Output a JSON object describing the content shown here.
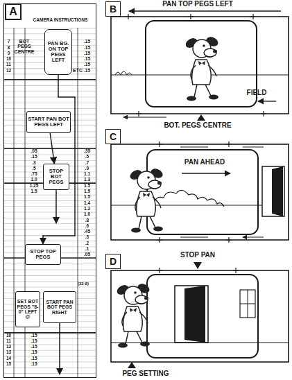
{
  "diagram": {
    "nodes": [
      {
        "text": [
          "A"
        ]
      },
      {
        "text": [
          "CAMERA INSTRUCTIONS"
        ]
      },
      {
        "text": [
          "PAN BG. ON TOP PEGS LEFT"
        ],
        "in": 1
      },
      {
        "text": [
          "START PAN BOT PEGS LEFT"
        ],
        "in": 1
      },
      {
        "text": [
          "STOP BOT PEGS"
        ],
        "in": 1
      },
      {
        "text": [
          "STOP TOP PEGS"
        ],
        "in": 1
      },
      {
        "text": [
          "SET BOT PEGS \"8-0\" LEFT @"
        ],
        "in": 1
      },
      {
        "text": [
          "START PAN BOT PEGS RIGHT"
        ],
        "in": 1
      },
      {
        "text": [
          "B"
        ]
      },
      {
        "text": [
          "C"
        ]
      },
      {
        "text": [
          "D"
        ]
      }
    ],
    "edges": [
      {
        "from": 2,
        "to": 5,
        "arrow": "to"
      },
      {
        "from": 3,
        "to": 4,
        "arrow": "to"
      }
    ],
    "labels": [
      "ETC",
      "BOT PEGS CENTRE",
      "PAN TOP PEGS LEFT",
      "FIELD",
      "BOT. PEGS CENTRE",
      "PAN AHEAD",
      "STOP PAN",
      "PEG SETTING",
      "(33-8)",
      "7",
      "8",
      "9",
      "10",
      "11",
      "12",
      ".15",
      ".15",
      ".15",
      ".15",
      ".15",
      ".15",
      ".05",
      ".15",
      ".3",
      ".5",
      ".75",
      "1.0",
      "1.25",
      "1.5",
      ".35",
      ".5",
      ".7",
      ".9",
      "1.1",
      "1.3",
      "1.5",
      "1.5",
      "1.5",
      "1.4",
      "1.2",
      "1.0",
      ".8",
      ".6",
      ".45",
      ".3",
      ".2",
      ".1",
      ".05",
      "10",
      "11",
      "12",
      "13",
      "14",
      "15",
      ".15",
      ".15",
      ".15",
      ".15",
      ".15",
      ".15"
    ]
  }
}
